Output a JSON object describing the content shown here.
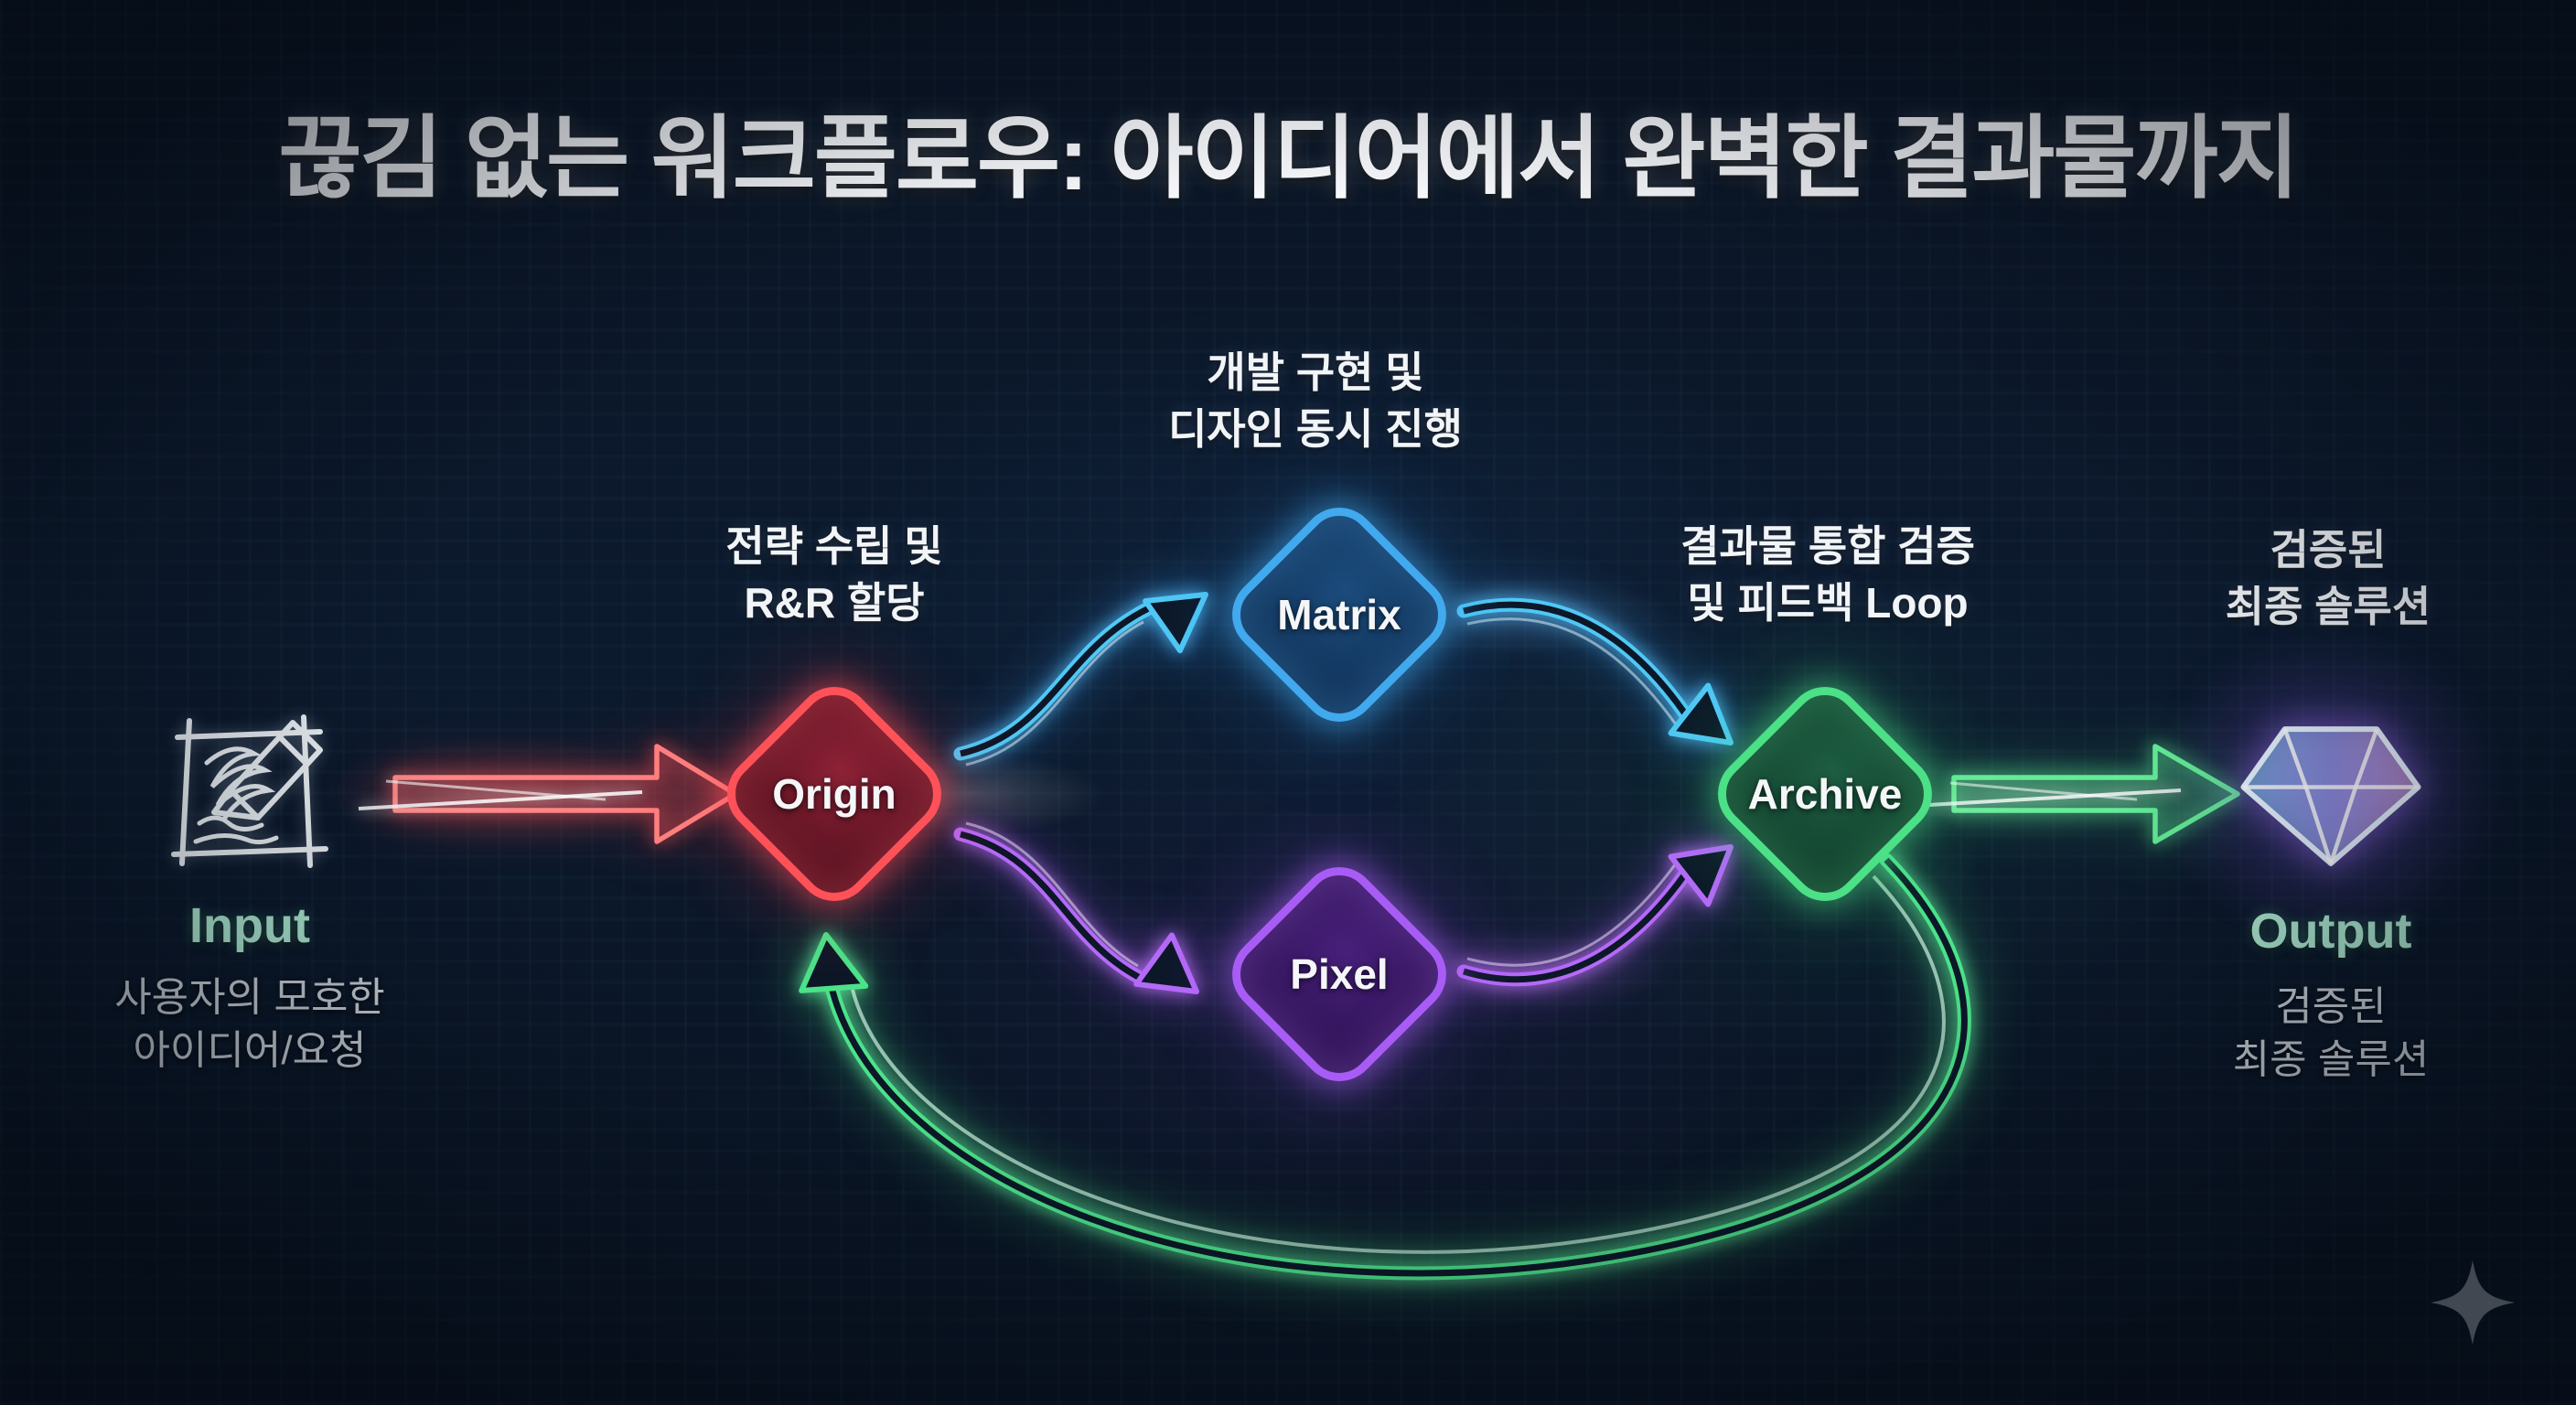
{
  "title": "끊김 없는 워크플로우: 아이디어에서 완벽한 결과물까지",
  "captions": {
    "origin": [
      "전략 수립 및",
      "R&R 할당"
    ],
    "matrix": [
      "개발 구현 및",
      "디자인 동시 진행"
    ],
    "archive": [
      "결과물 통합 검증",
      "및 피드백 Loop"
    ],
    "output": [
      "검증된",
      "최종 솔루션"
    ]
  },
  "nodes": {
    "origin": {
      "label": "Origin",
      "color": "#ff5158"
    },
    "matrix": {
      "label": "Matrix",
      "color": "#41a9ee"
    },
    "pixel": {
      "label": "Pixel",
      "color": "#a95cf5"
    },
    "archive": {
      "label": "Archive",
      "color": "#4ce087"
    }
  },
  "endpoints": {
    "input": {
      "label": "Input",
      "description": [
        "사용자의 모호한",
        "아이디어/요청"
      ],
      "icon": "sketch-pencil-icon",
      "label_color": "#aee9d2"
    },
    "output": {
      "label": "Output",
      "description": [
        "검증된",
        "최종 솔루션"
      ],
      "icon": "gem-icon",
      "label_color": "#aee9d2"
    }
  },
  "arrows": [
    {
      "name": "input-to-origin",
      "color": "#ff6b6b",
      "style": "straight-neon"
    },
    {
      "name": "origin-to-matrix",
      "color": "#4fc8f5",
      "style": "curved-neon"
    },
    {
      "name": "matrix-to-archive",
      "color": "#4fc8f5",
      "style": "curved-neon"
    },
    {
      "name": "origin-to-pixel",
      "color": "#b46af8",
      "style": "curved-neon"
    },
    {
      "name": "pixel-to-archive",
      "color": "#b46af8",
      "style": "curved-neon"
    },
    {
      "name": "archive-to-output",
      "color": "#57e68c",
      "style": "straight-neon"
    },
    {
      "name": "feedback-loop-archive-to-origin",
      "color": "#4be38a",
      "style": "large-arc-loop"
    }
  ],
  "decorations": {
    "corner_icon": "sparkle-icon",
    "background_theme": "dark-navy-matrix-rain",
    "base_color": "#0b1626"
  }
}
